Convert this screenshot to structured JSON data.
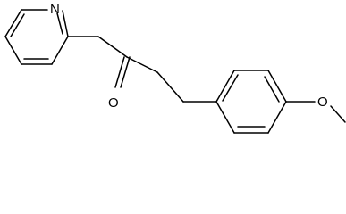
{
  "structure": {
    "atoms": {
      "pyridine_nitrogen": "N",
      "carbonyl_oxygen": "O",
      "methoxy_oxygen": "O"
    },
    "colors": {
      "background": "#ffffff",
      "bonds": "#000000",
      "labels": "#000000"
    }
  }
}
